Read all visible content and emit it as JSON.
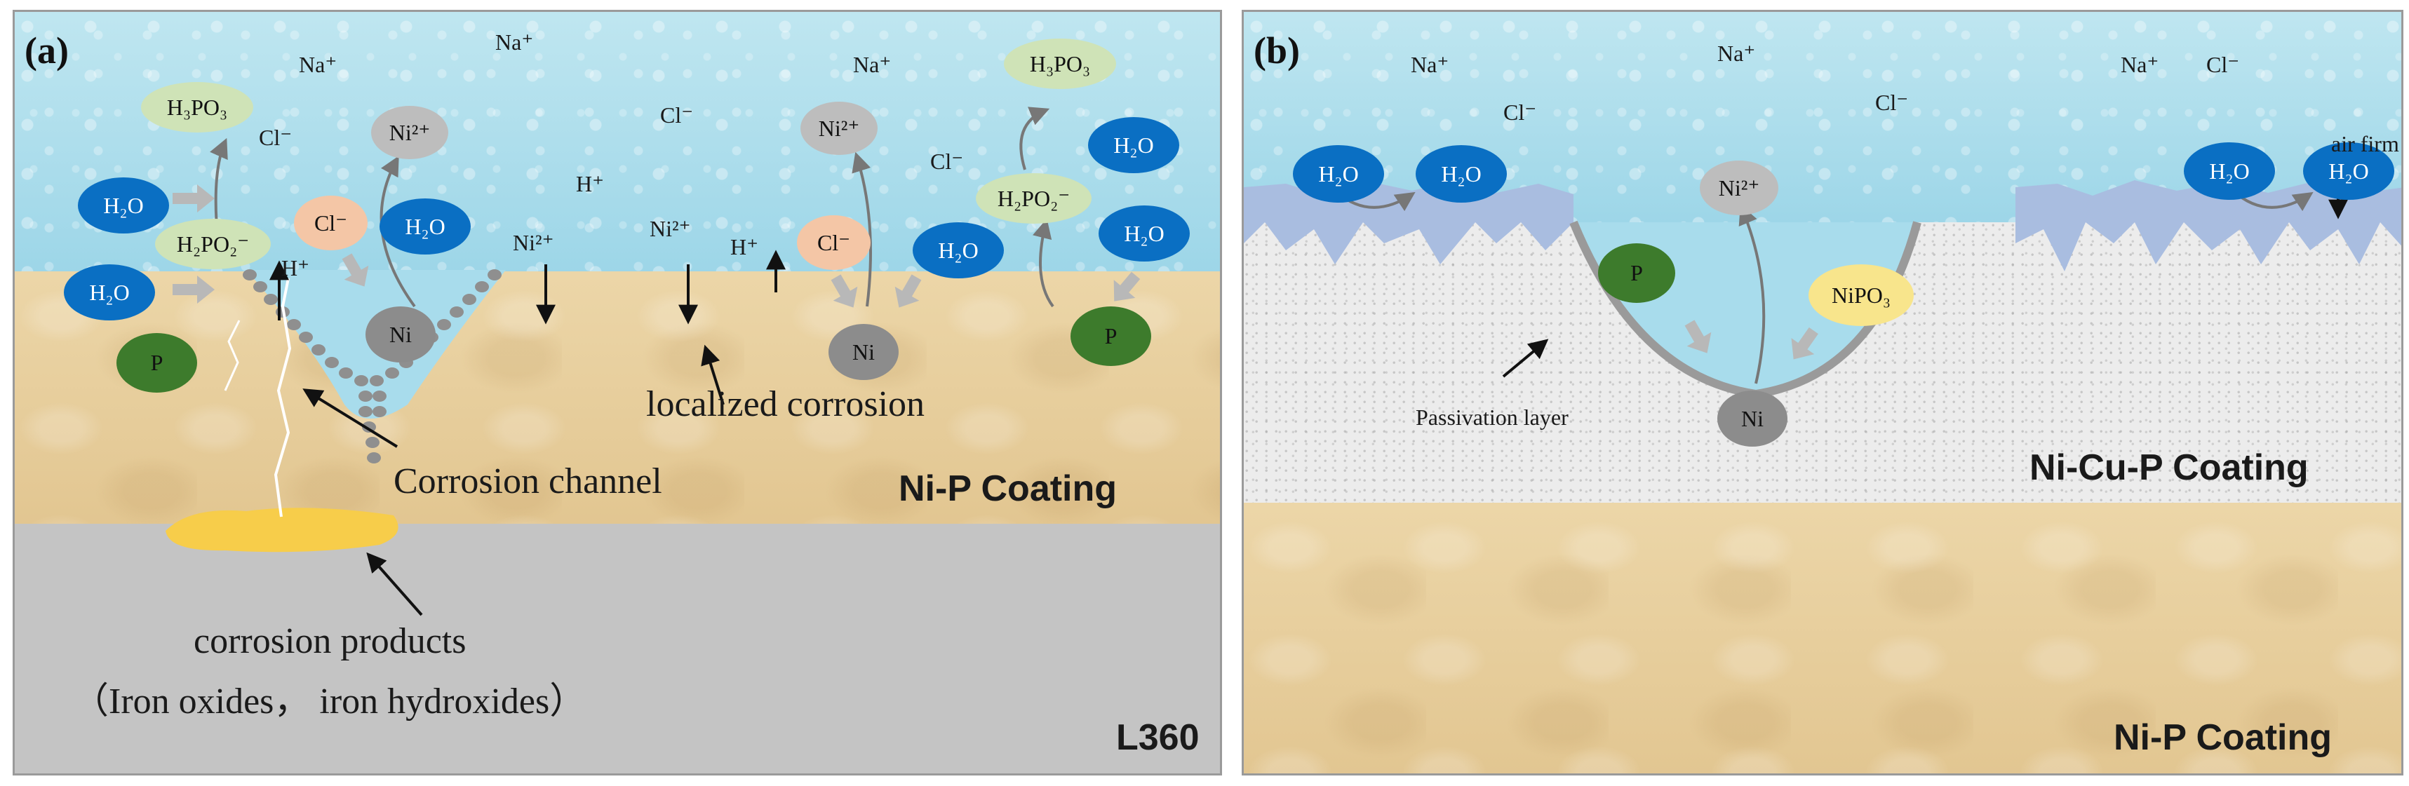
{
  "panel_a": {
    "letter": "(a)",
    "ions": {
      "na1": "Na⁺",
      "na2": "Na⁺",
      "na3": "Na⁺",
      "cl1": "Cl⁻",
      "cl2": "Cl⁻",
      "cl3": "Cl⁻",
      "h1": "H⁺",
      "h2": "H⁺",
      "h3": "H⁺",
      "ni_free1": "Ni²⁺",
      "ni_free2": "Ni²⁺"
    },
    "species": {
      "h3po3_left": "H₃PO₃",
      "h3po3_right": "H₃PO₃",
      "h2po2_left": "H₂PO₂⁻",
      "h2po2_right": "H₂PO₂⁻",
      "h2o": "H₂O",
      "p": "P",
      "ni": "Ni",
      "ni2": "Ni²⁺",
      "cl": "Cl⁻"
    },
    "annotations": {
      "corrosion_channel": "Corrosion channel",
      "localized_corrosion": "localized corrosion",
      "corrosion_products": "corrosion products",
      "products_detail": "（Iron oxides， iron hydroxides）"
    },
    "layers": {
      "coating": "Ni-P Coating",
      "substrate": "L360"
    }
  },
  "panel_b": {
    "letter": "(b)",
    "ions": {
      "na1": "Na⁺",
      "na2": "Na⁺",
      "na3": "Na⁺",
      "cl1": "Cl⁻",
      "cl2": "Cl⁻",
      "cl3": "Cl⁻"
    },
    "species": {
      "h2o": "H₂O",
      "ni2": "Ni²⁺",
      "p": "P",
      "nipo3": "NiPO₃",
      "ni": "Ni"
    },
    "annotations": {
      "air_film": "air firm",
      "passivation": "Passivation layer"
    },
    "layers": {
      "top_coating": "Ni-Cu-P Coating",
      "bottom_coating": "Ni-P Coating"
    }
  },
  "colors": {
    "water": "#a8dcec",
    "ni_p_coating": "#e8d0a0",
    "substrate": "#c4c4c4",
    "ni_cu_p_coating": "#ececec",
    "air_film": "#a9bde0",
    "corrosion_product": "#f7cd4a",
    "h2o_molecule": "#0a6fc3",
    "ni_atom": "#8c8c8c",
    "p_atom": "#3d7b2c"
  }
}
